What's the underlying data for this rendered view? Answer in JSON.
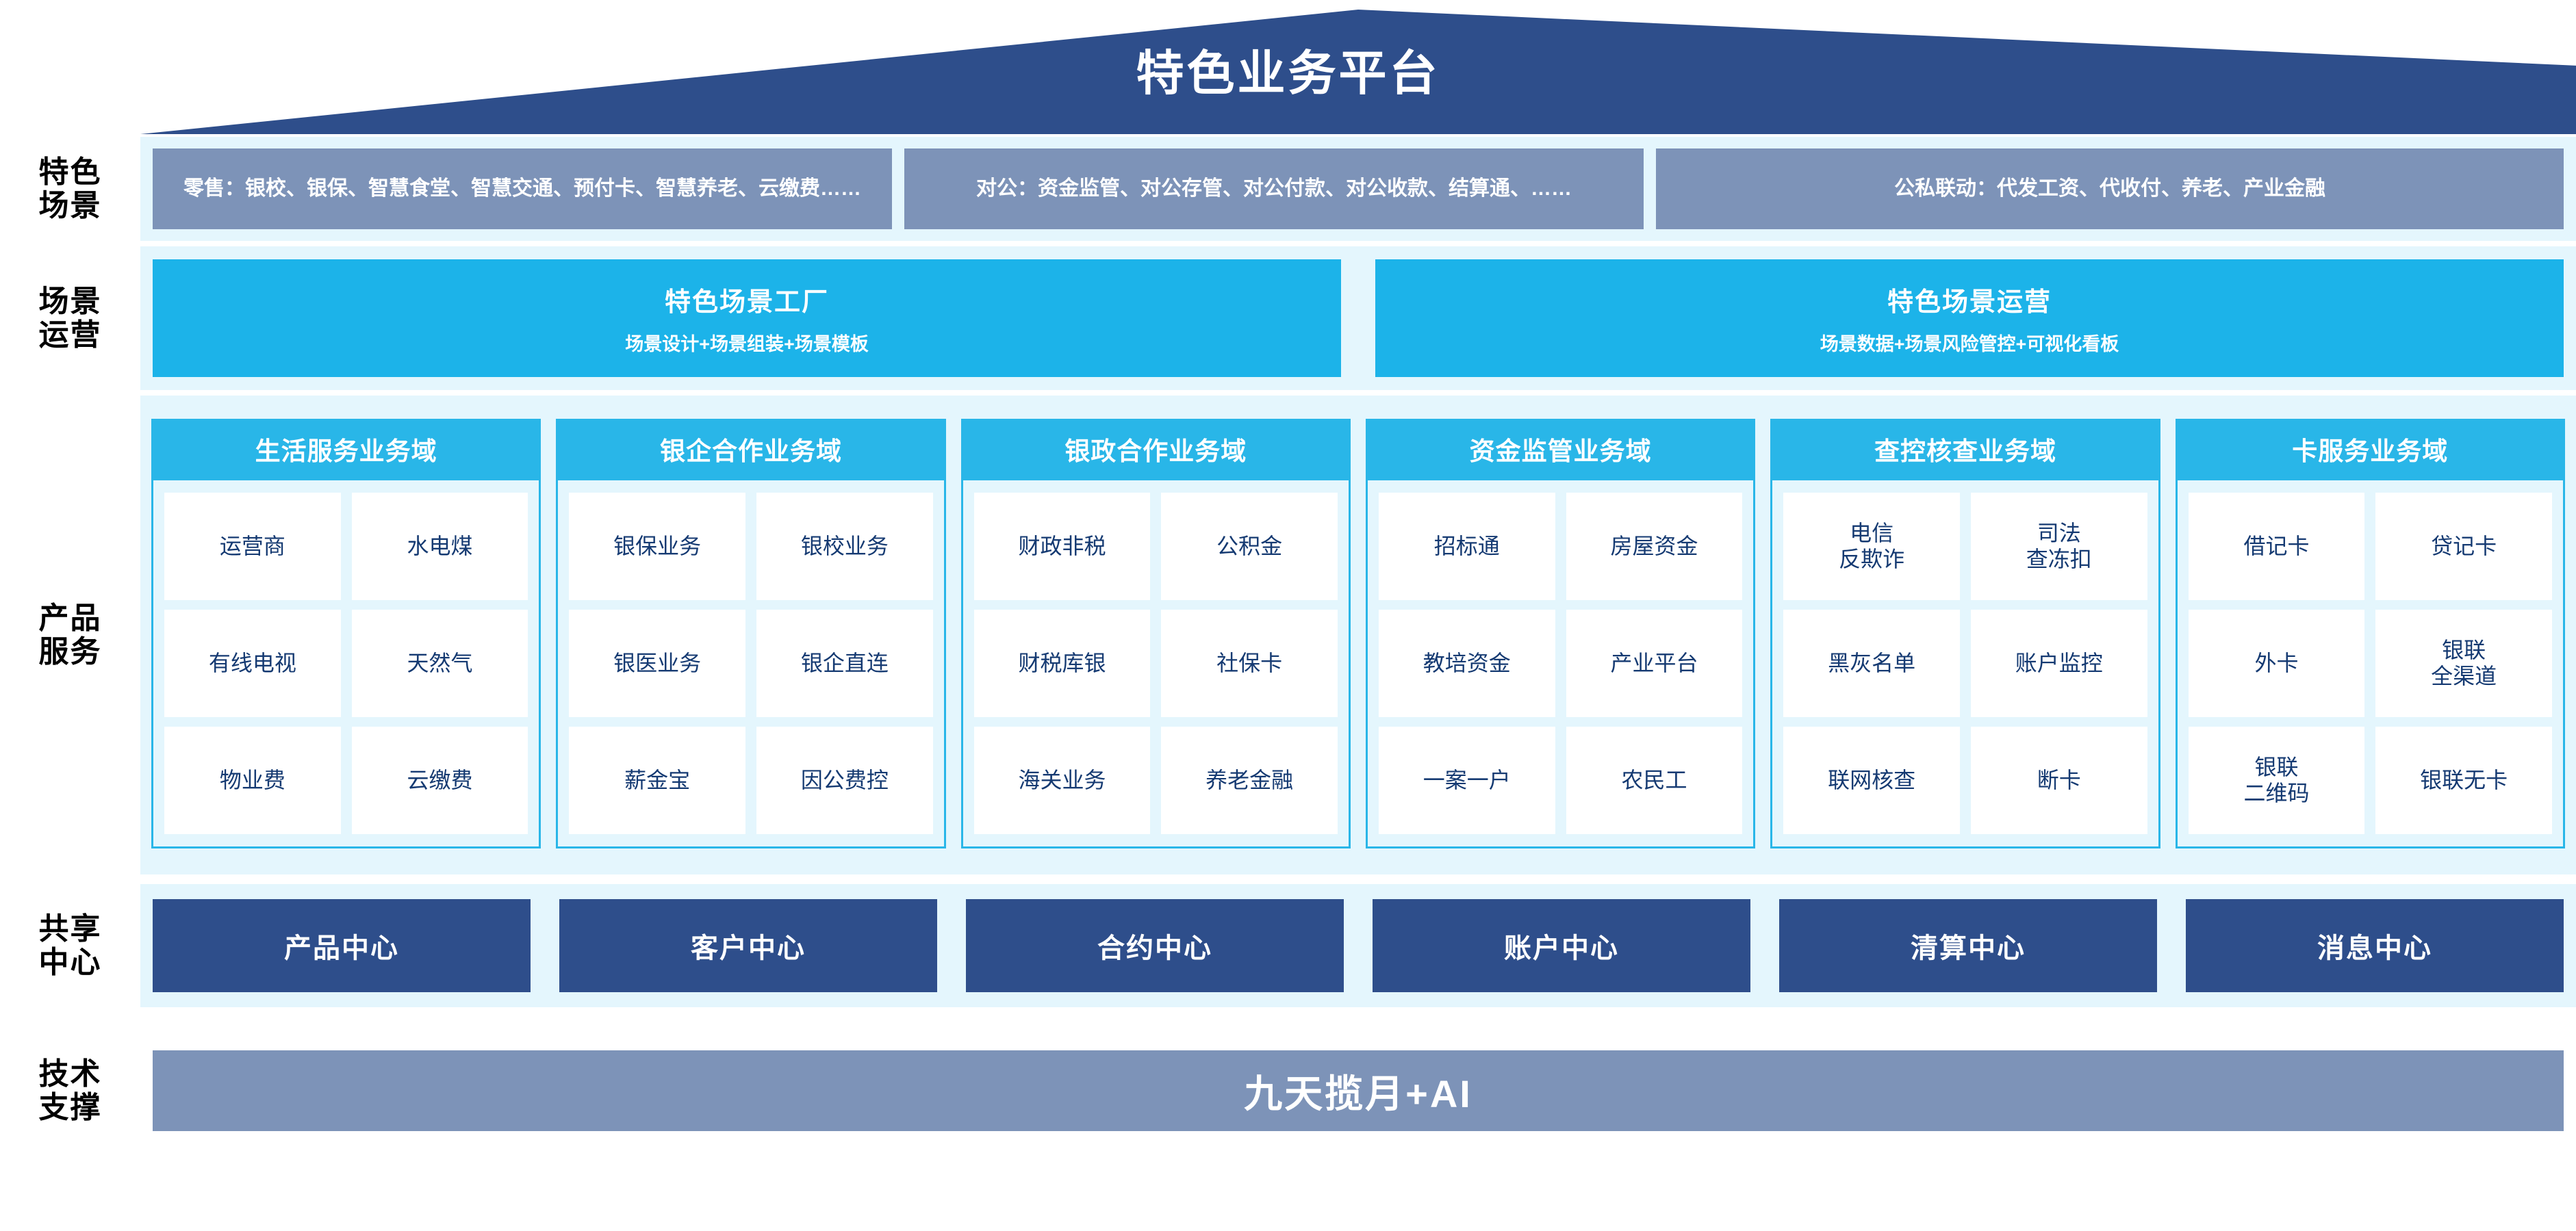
{
  "title": "特色业务平台",
  "rows": {
    "scenarios": {
      "label": "特色\n场景",
      "boxes": [
        "零售：银校、银保、智慧食堂、智慧交通、预付卡、智慧养老、云缴费……",
        "对公：资金监管、对公存管、对公付款、对公收款、结算通、……",
        "公私联动：代发工资、代收付、养老、产业金融"
      ]
    },
    "operations": {
      "label": "场景\n运营",
      "boxes": [
        {
          "title": "特色场景工厂",
          "subtitle": "场景设计+场景组装+场景模板"
        },
        {
          "title": "特色场景运营",
          "subtitle": "场景数据+场景风险管控+可视化看板"
        }
      ]
    },
    "products": {
      "label": "产品\n服务",
      "domains": [
        {
          "title": "生活服务业务域",
          "cells": [
            "运营商",
            "水电煤",
            "有线电视",
            "天然气",
            "物业费",
            "云缴费"
          ]
        },
        {
          "title": "银企合作业务域",
          "cells": [
            "银保业务",
            "银校业务",
            "银医业务",
            "银企直连",
            "薪金宝",
            "因公费控"
          ]
        },
        {
          "title": "银政合作业务域",
          "cells": [
            "财政非税",
            "公积金",
            "财税库银",
            "社保卡",
            "海关业务",
            "养老金融"
          ]
        },
        {
          "title": "资金监管业务域",
          "cells": [
            "招标通",
            "房屋资金",
            "教培资金",
            "产业平台",
            "一案一户",
            "农民工"
          ]
        },
        {
          "title": "查控核查业务域",
          "cells": [
            "电信\n反欺诈",
            "司法\n查冻扣",
            "黑灰名单",
            "账户监控",
            "联网核查",
            "断卡"
          ]
        },
        {
          "title": "卡服务业务域",
          "cells": [
            "借记卡",
            "贷记卡",
            "外卡",
            "银联\n全渠道",
            "银联\n二维码",
            "银联无卡"
          ]
        }
      ]
    },
    "centers": {
      "label": "共享\n中心",
      "boxes": [
        "产品中心",
        "客户中心",
        "合约中心",
        "账户中心",
        "清算中心",
        "消息中心"
      ]
    },
    "tech": {
      "label": "技术\n支撑",
      "box": "九天揽月+AI"
    }
  },
  "colors": {
    "roof_navy": "#2e4e8b",
    "scenario_slate": "#7d93b8",
    "operation_cyan": "#1cb3e9",
    "domain_cyan": "#29b6e8",
    "band_bg": "#e4f6fd",
    "cell_text": "#153a72"
  }
}
